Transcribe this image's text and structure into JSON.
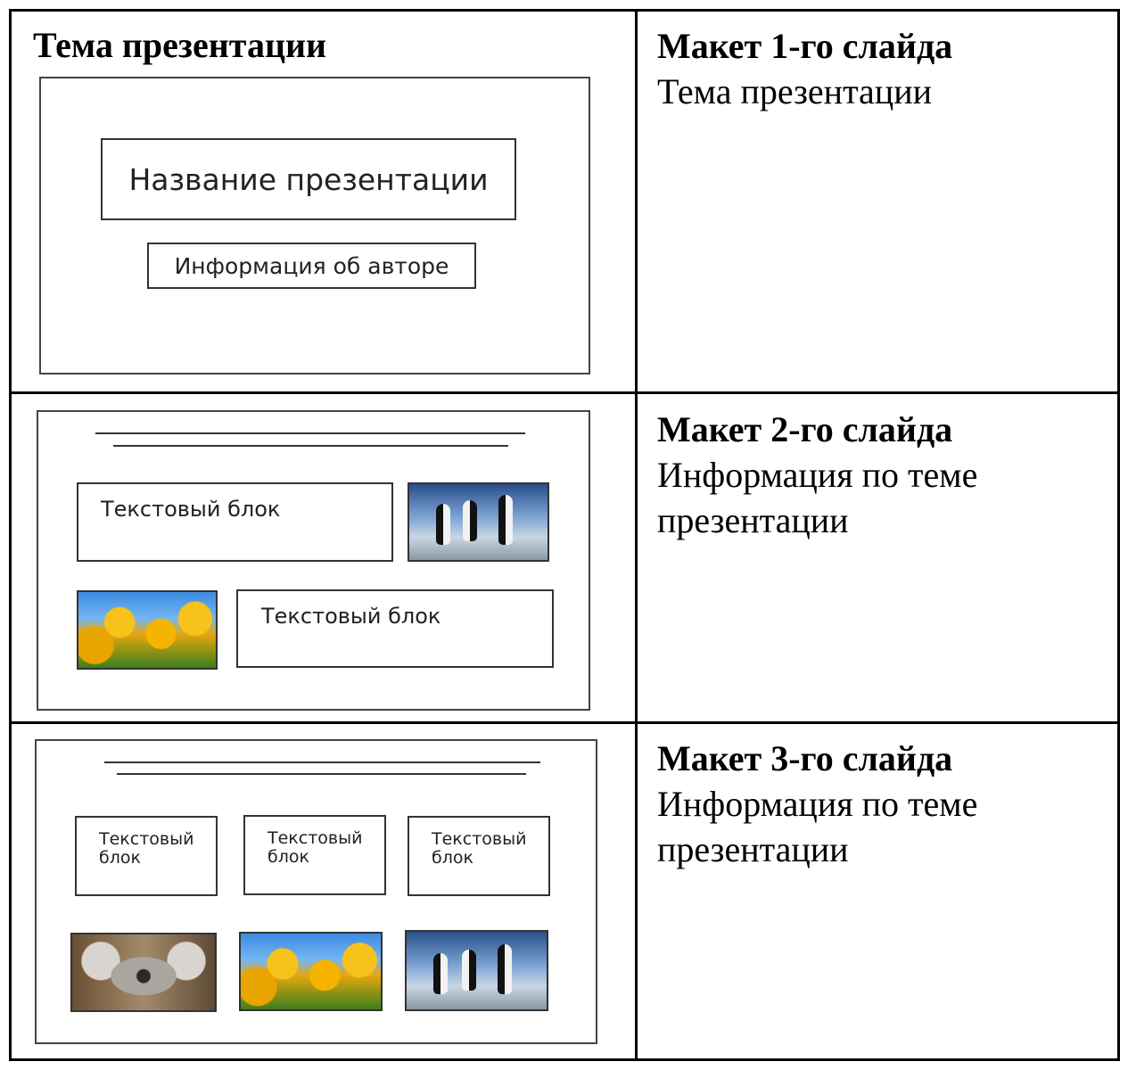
{
  "rows": [
    {
      "left_title": "Тема презентации",
      "slide": {
        "title_box": "Название презентации",
        "author_box": "Информация об авторе"
      },
      "right_heading": "Макет 1-го слайда",
      "right_text": [
        "Тема презентации"
      ]
    },
    {
      "slide": {
        "text_blocks": [
          "Текстовый блок",
          "Текстовый блок"
        ],
        "images": [
          "penguins-image",
          "tulips-image"
        ]
      },
      "right_heading": "Макет 2-го слайда",
      "right_text": [
        "Информация по теме",
        "презентации"
      ]
    },
    {
      "slide": {
        "text_blocks": [
          "Текстовый\nблок",
          "Текстовый\nблок",
          "Текстовый\nблок"
        ],
        "images": [
          "koala-image",
          "tulips-image",
          "penguins-image"
        ]
      },
      "right_heading": "Макет 3-го слайда",
      "right_text": [
        "Информация по теме",
        "презентации"
      ]
    }
  ]
}
